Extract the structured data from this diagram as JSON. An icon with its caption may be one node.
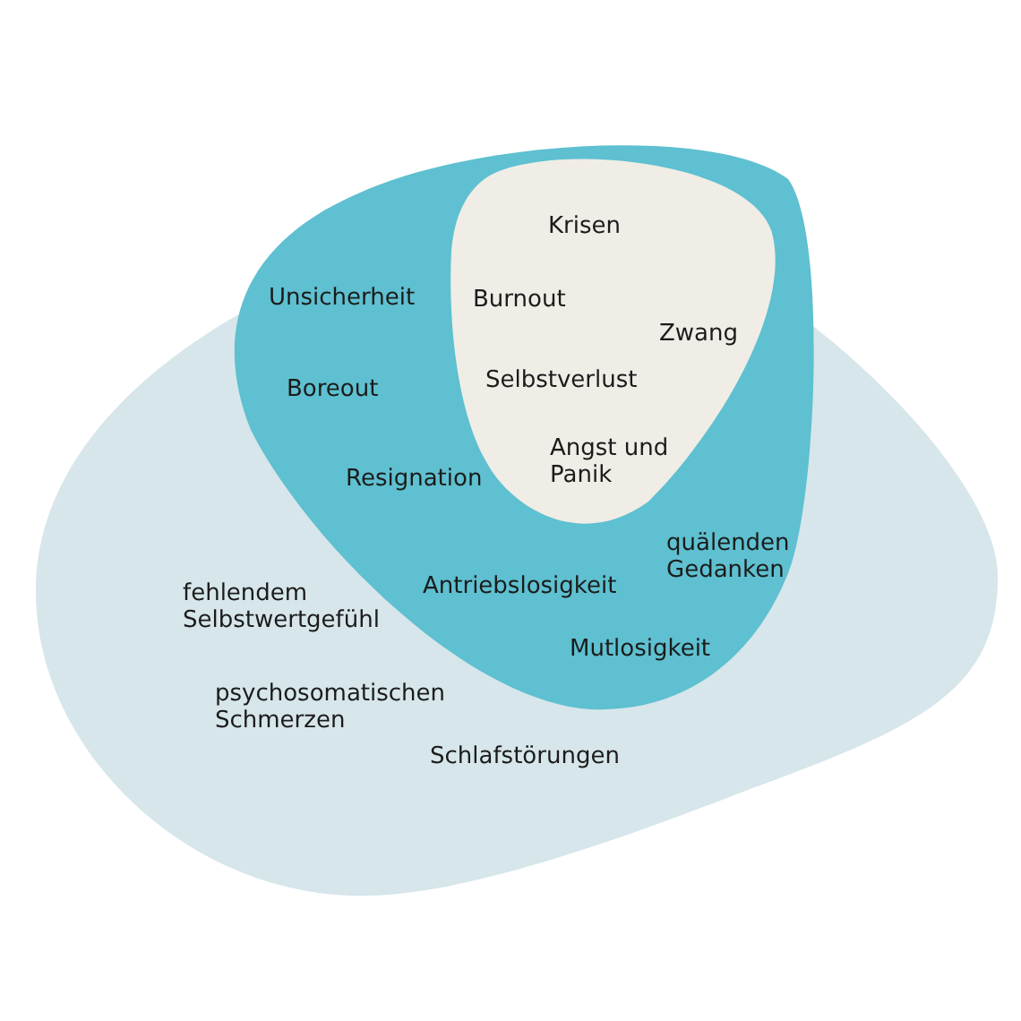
{
  "diagram": {
    "nodes": [
      {
        "text": [
          "fehlendem Selbstwertgefühl",
          "psychosomatischen Schmerzen",
          "Schlafstörungen"
        ]
      },
      {
        "text": [
          "Unsicherheit",
          "Boreout",
          "Resignation",
          "Antriebslosigkeit",
          "quälenden Gedanken",
          "Mutlosigkeit"
        ],
        "in": 0
      },
      {
        "text": [
          "Krisen",
          "Burnout",
          "Zwang",
          "Selbstverlust",
          "Angst und Panik"
        ],
        "in": 1
      }
    ]
  }
}
